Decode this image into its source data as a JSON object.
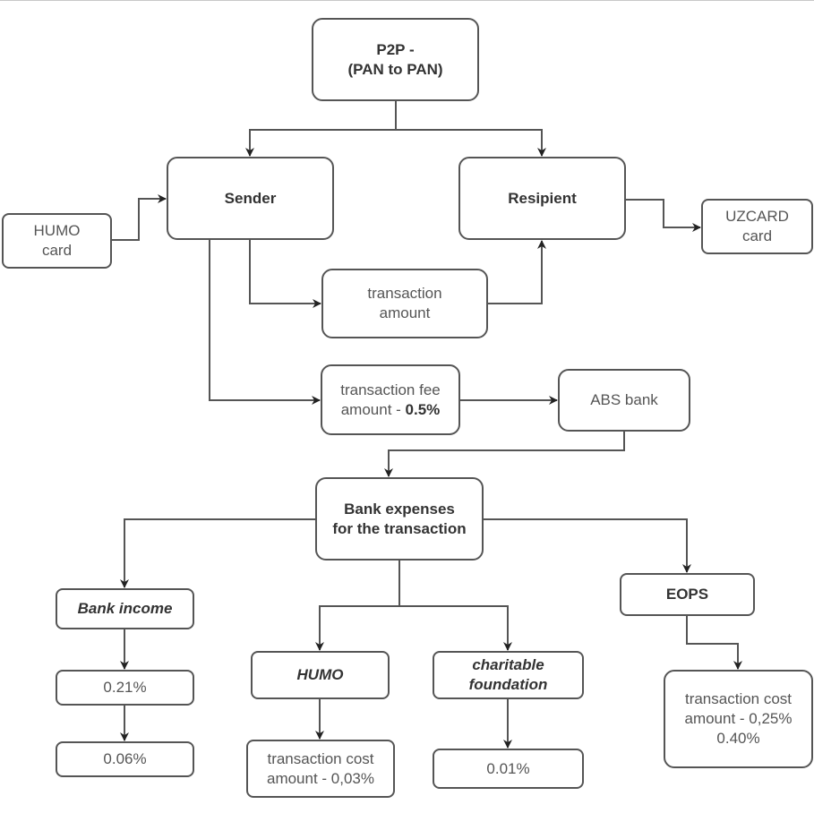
{
  "diagram": {
    "nodes": {
      "p2p": {
        "line1": "P2P -",
        "line2": "(PAN to PAN)"
      },
      "sender": {
        "label": "Sender"
      },
      "recipient": {
        "label": "Resipient"
      },
      "humo_card": {
        "line1": "HUMO",
        "line2": "card"
      },
      "uzcard_card": {
        "line1": "UZCARD",
        "line2": "card"
      },
      "transaction_amount": {
        "line1": "transaction",
        "line2": "amount"
      },
      "transaction_fee": {
        "line1": "transaction fee",
        "line2_prefix": "amount - ",
        "line2_value": "0.5%"
      },
      "abs_bank": {
        "label": "ABS bank"
      },
      "bank_expenses": {
        "line1": "Bank expenses",
        "line2": "for the transaction"
      },
      "bank_income": {
        "label": "Bank income"
      },
      "bank_income_rate1": {
        "label": "0.21%"
      },
      "bank_income_rate2": {
        "label": "0.06%"
      },
      "humo": {
        "label": "HUMO"
      },
      "humo_cost": {
        "line1": "transaction cost",
        "line2": "amount - 0,03%"
      },
      "charitable": {
        "line1": "charitable",
        "line2": "foundation"
      },
      "charitable_rate": {
        "label": "0.01%"
      },
      "eops": {
        "label": "EOPS"
      },
      "eops_cost": {
        "line1": "transaction cost",
        "line2": "amount - 0,25%",
        "line3": "0.40%"
      }
    },
    "edges": [
      {
        "from": "p2p",
        "to": "sender"
      },
      {
        "from": "p2p",
        "to": "recipient"
      },
      {
        "from": "humo_card",
        "to": "sender"
      },
      {
        "from": "recipient",
        "to": "uzcard_card"
      },
      {
        "from": "sender",
        "to": "transaction_amount"
      },
      {
        "from": "transaction_amount",
        "to": "recipient"
      },
      {
        "from": "sender",
        "to": "transaction_fee"
      },
      {
        "from": "transaction_fee",
        "to": "abs_bank"
      },
      {
        "from": "abs_bank",
        "to": "bank_expenses"
      },
      {
        "from": "bank_expenses",
        "to": "bank_income"
      },
      {
        "from": "bank_expenses",
        "to": "humo"
      },
      {
        "from": "bank_expenses",
        "to": "charitable"
      },
      {
        "from": "bank_expenses",
        "to": "eops"
      },
      {
        "from": "bank_income",
        "to": "bank_income_rate1"
      },
      {
        "from": "bank_income_rate1",
        "to": "bank_income_rate2"
      },
      {
        "from": "humo",
        "to": "humo_cost"
      },
      {
        "from": "charitable",
        "to": "charitable_rate"
      },
      {
        "from": "eops",
        "to": "eops_cost"
      }
    ],
    "colors": {
      "stroke": "#555555",
      "text": "#555555",
      "bold_text": "#333333"
    }
  }
}
